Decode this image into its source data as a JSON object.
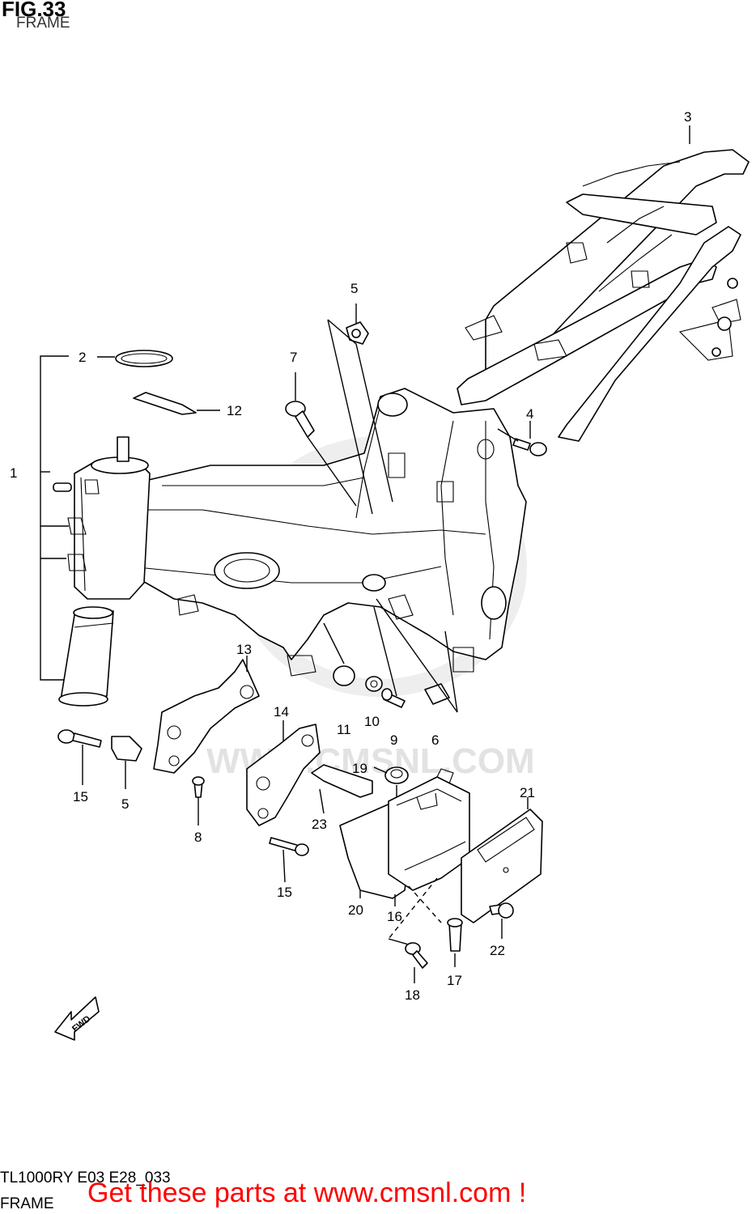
{
  "header": {
    "fig": "FIG.33",
    "subtitle": "FRAME"
  },
  "watermark": "WWW.CMSNL.COM",
  "callouts": {
    "c1": "1",
    "c2": "2",
    "c3": "3",
    "c4": "4",
    "c5a": "5",
    "c5b": "5",
    "c6": "6",
    "c7": "7",
    "c8": "8",
    "c9": "9",
    "c10": "10",
    "c11": "11",
    "c12": "12",
    "c13": "13",
    "c14": "14",
    "c15a": "15",
    "c15b": "15",
    "c16": "16",
    "c17": "17",
    "c18": "18",
    "c19": "19",
    "c20": "20",
    "c21": "21",
    "c22": "22",
    "c23": "23"
  },
  "fwd_label": "FWD",
  "footer": {
    "code": "TL1000RY E03 E28_033",
    "name": "FRAME",
    "cta": "Get these parts at www.cmsnl.com !",
    "cta_color": "#ff0000"
  }
}
